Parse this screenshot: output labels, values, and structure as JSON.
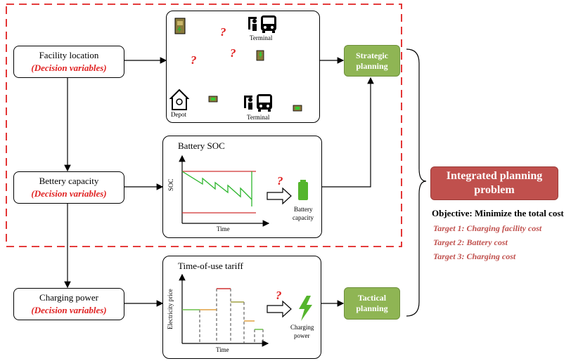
{
  "left_boxes": {
    "facility": {
      "title": "Facility location",
      "sub": "(Decision variables)"
    },
    "battery": {
      "title": "Bettery capacity",
      "sub": "(Decision variables)"
    },
    "charging": {
      "title": "Charging power",
      "sub": "(Decision variables)"
    }
  },
  "network": {
    "terminal_top": "Terminal",
    "terminal_bottom": "Terminal",
    "depot": "Depot",
    "question": "?"
  },
  "soc_panel": {
    "title": "Battery SOC",
    "ylabel": "SOC",
    "xlabel": "Time",
    "icon_label_1": "Battery",
    "icon_label_2": "capacity",
    "question": "?"
  },
  "tou_panel": {
    "title": "Time-of-use tariff",
    "ylabel": "Electricity price",
    "xlabel": "Time",
    "icon_label_1": "Charging",
    "icon_label_2": "power",
    "question": "?"
  },
  "planning": {
    "strategic_1": "Strategic",
    "strategic_2": "planning",
    "tactical_1": "Tactical",
    "tactical_2": "planning"
  },
  "integrated": {
    "line1": "Integrated planning",
    "line2": "problem"
  },
  "objective": {
    "title": "Objective: Minimize the total cost",
    "targets": [
      "Target 1: Charging facility cost",
      "Target 2: Battery cost",
      "Target 3: Charging cost"
    ]
  },
  "colors": {
    "dashed_frame": "#e02020",
    "green_button": "#8fb554",
    "red_button": "#c0504d",
    "green_route": "#2db52d",
    "target_text": "#c0504d"
  },
  "icons": [
    "charger-station-icon",
    "person-icon",
    "bus-icon",
    "depot-house-icon",
    "charging-pad-icon",
    "battery-icon",
    "lightning-icon",
    "hollow-arrow-icon",
    "brace-icon"
  ]
}
